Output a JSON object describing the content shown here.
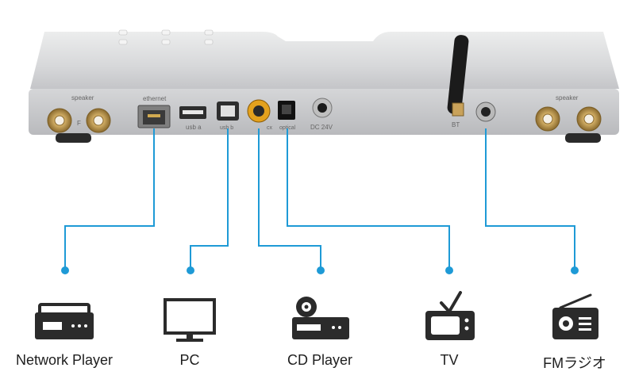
{
  "device": {
    "panel_labels": {
      "speaker_left": "speaker",
      "speaker_right": "speaker",
      "ethernet": "ethernet",
      "usb_a": "usb a",
      "usb_b": "usb b",
      "coax": "cx",
      "optical": "optical",
      "dc": "DC 24V",
      "bt": "BT",
      "f_mark": "F"
    }
  },
  "connections": [
    {
      "id": "network-player",
      "label": "Network Player",
      "icon": "network-player-icon",
      "port": "ethernet"
    },
    {
      "id": "pc",
      "label": "PC",
      "icon": "pc-monitor-icon",
      "port": "usb b"
    },
    {
      "id": "cd-player",
      "label": "CD Player",
      "icon": "cd-player-icon",
      "port": "coaxial"
    },
    {
      "id": "tv",
      "label": "TV",
      "icon": "tv-icon",
      "port": "optical"
    },
    {
      "id": "fm-radio",
      "label": "FMラジオ",
      "icon": "radio-icon",
      "port": "antenna"
    }
  ],
  "colors": {
    "connector_line": "#1e9ad6",
    "icon": "#2b2b2b",
    "device_body": "#d9dadc",
    "gold": "#c9a25a"
  }
}
